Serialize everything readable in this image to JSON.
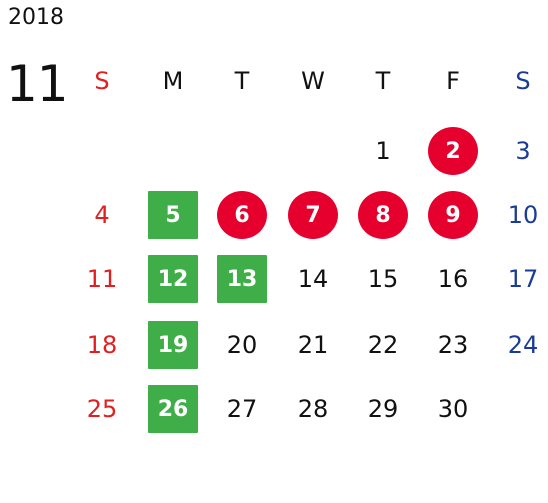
{
  "year": "2018",
  "month": "11",
  "weekdays": [
    "S",
    "M",
    "T",
    "W",
    "T",
    "F",
    "S"
  ],
  "dates": [
    "1",
    "2",
    "3",
    "4",
    "5",
    "6",
    "7",
    "8",
    "9",
    "10",
    "11",
    "12",
    "13",
    "14",
    "15",
    "16",
    "17",
    "18",
    "19",
    "20",
    "21",
    "22",
    "23",
    "24",
    "25",
    "26",
    "27",
    "28",
    "29",
    "30"
  ],
  "highlights": {
    "red_circle": [
      "2",
      "6",
      "7",
      "8",
      "9"
    ],
    "green_square": [
      "5",
      "12",
      "13",
      "19",
      "26"
    ]
  },
  "colors": {
    "sunday": "#e02020",
    "saturday": "#1a3c96",
    "red_badge": "#e6002d",
    "green_badge": "#3fae49",
    "text": "#111111"
  }
}
